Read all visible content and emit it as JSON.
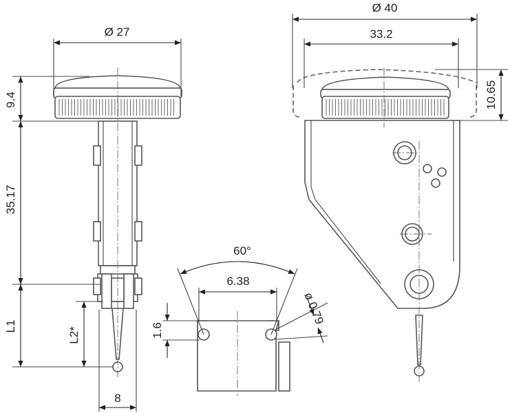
{
  "dimensions": {
    "dial_diameter_small": "Ø 27",
    "height_top": "9.4",
    "body_height": "35.17",
    "tip_length_l1": "L1",
    "tip_length_l2": "L2*",
    "tip_width": "8",
    "angle": "60°",
    "groove_width": "6.38",
    "groove_height": "1.6",
    "ball_diameter": "ø 0.79",
    "dial_diameter_large": "Ø 40",
    "bezel_width": "33.2",
    "bezel_height": "10.65"
  }
}
